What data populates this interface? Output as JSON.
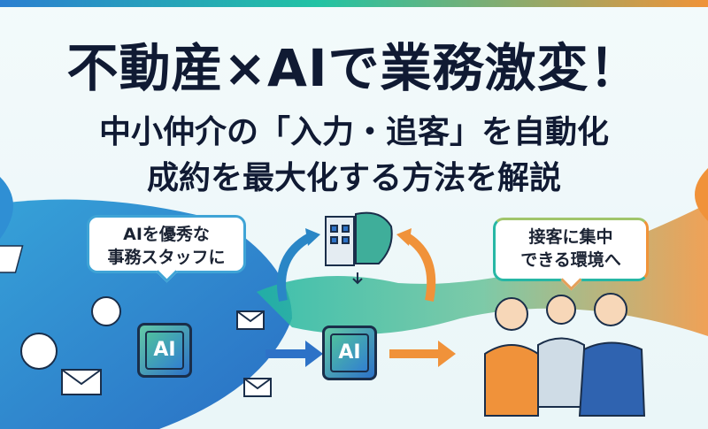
{
  "headline": {
    "line1": "不動産×AIで業務激変！",
    "line2": "中小仲介の「入力・追客」を自動化",
    "line3": "成約を最大化する方法を解説"
  },
  "bubbles": {
    "left": {
      "line1": "AIを優秀な",
      "line2": "事務スタッフに"
    },
    "right": {
      "line1": "接客に集中",
      "line2": "できる環境へ"
    }
  },
  "chips": {
    "left_label": "AI",
    "center_label": "AI"
  },
  "colors": {
    "navy": "#101a33",
    "blue": "#2b7fd1",
    "teal": "#22c3a4",
    "orange": "#f09338"
  }
}
